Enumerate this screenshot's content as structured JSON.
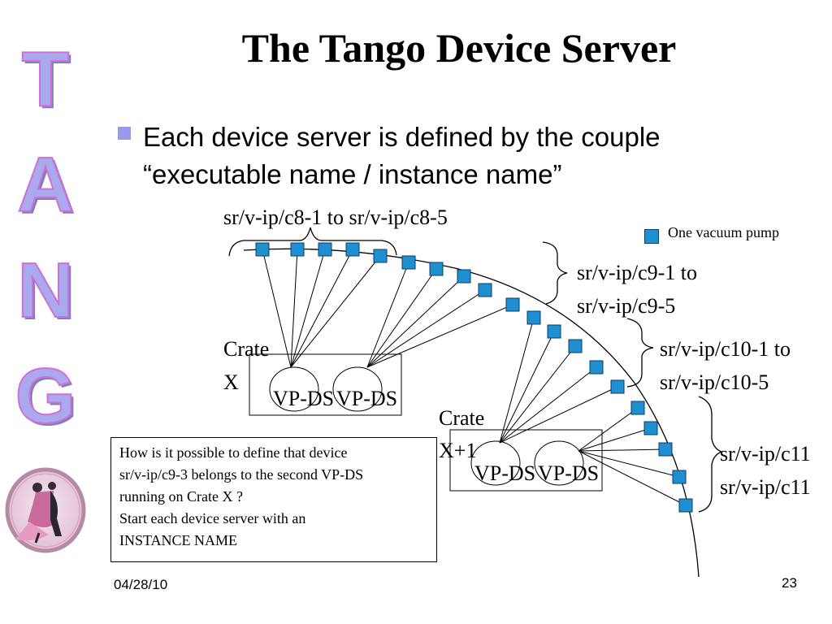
{
  "sidebar": {
    "letters": [
      "T",
      "A",
      "N",
      "G",
      "O"
    ]
  },
  "slide": {
    "title": "The Tango Device Server",
    "bullet": {
      "line1": "Each device server is defined by the couple",
      "line2": "“executable name / instance name”"
    }
  },
  "diagram": {
    "group_c8": "sr/v-ip/c8-1 to sr/v-ip/c8-5",
    "group_c9": {
      "line1": "sr/v-ip/c9-1 to",
      "line2": "sr/v-ip/c9-5"
    },
    "group_c10": {
      "line1": "sr/v-ip/c10-1 to",
      "line2": "sr/v-ip/c10-5"
    },
    "group_c11": {
      "line1": "sr/v-ip/c11",
      "line2": "sr/v-ip/c11"
    },
    "crate_x": {
      "line1": "Crate",
      "line2": "X"
    },
    "crate_x1": {
      "line1": "Crate",
      "line2": "X+1"
    },
    "vpds_label": "VP-DS",
    "legend": "One vacuum pump",
    "pump_color": "#1f8fd0",
    "pump_border": "#0b3f66"
  },
  "note": {
    "lines": [
      "How is it possible to define that device",
      "sr/v-ip/c9-3 belongs to the second VP-DS",
      "running on Crate X ?",
      "Start each device server with an",
      "INSTANCE NAME"
    ]
  },
  "footer": {
    "date": "04/28/10",
    "page": "23"
  }
}
